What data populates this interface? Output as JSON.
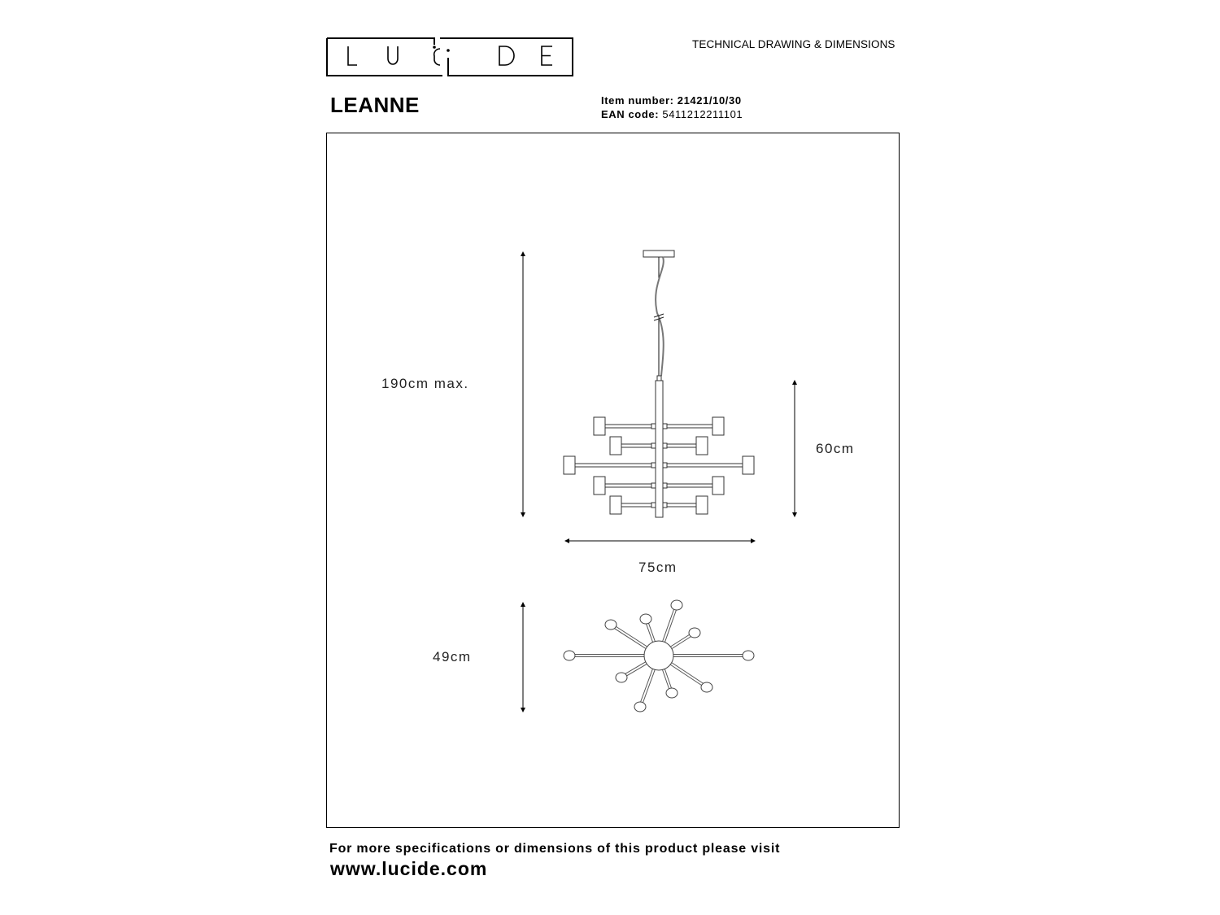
{
  "header": {
    "brand": "LUCIDE",
    "document_type": "TECHNICAL DRAWING & DIMENSIONS",
    "product_name": "LEANNE",
    "item_number_label": "Item number:",
    "item_number": "21421/10/30",
    "ean_label": "EAN code:",
    "ean": "5411212211101"
  },
  "drawing": {
    "height_label": "190cm max.",
    "body_height_label": "60cm",
    "width_label": "75cm",
    "depth_label": "49cm"
  },
  "footer": {
    "text": "For more specifications or dimensions of this product please visit",
    "url": "www.lucide.com"
  }
}
